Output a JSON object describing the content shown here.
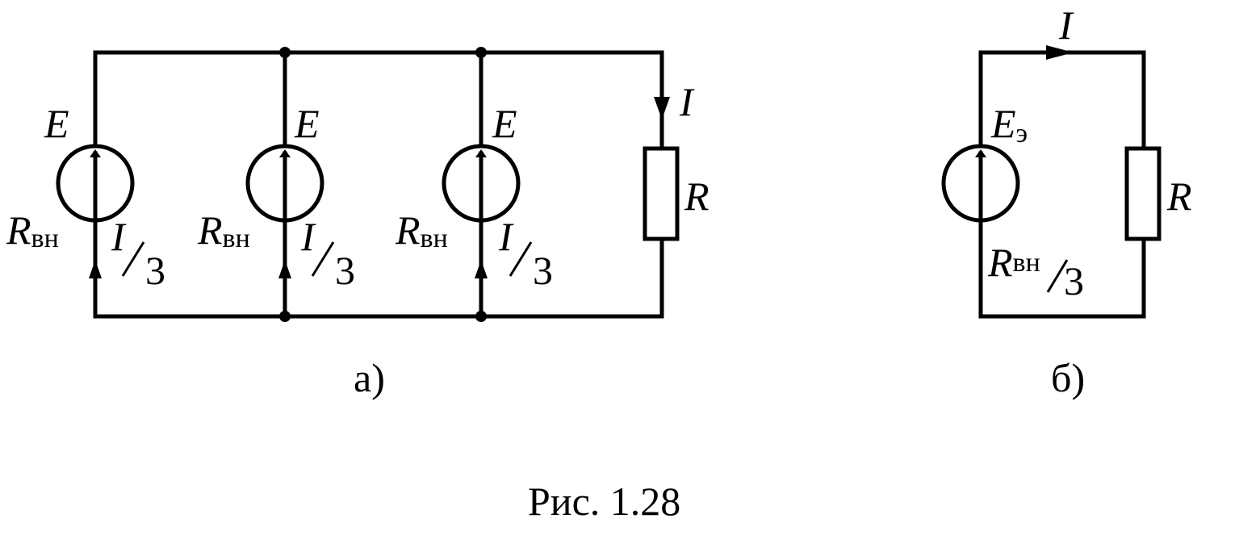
{
  "circuit_a": {
    "label": "а)",
    "branches": [
      {
        "emf": "E",
        "resistance_main": "R",
        "resistance_sub": "вн",
        "current_num": "I",
        "current_den": "3"
      },
      {
        "emf": "E",
        "resistance_main": "R",
        "resistance_sub": "вн",
        "current_num": "I",
        "current_den": "3"
      },
      {
        "emf": "E",
        "resistance_main": "R",
        "resistance_sub": "вн",
        "current_num": "I",
        "current_den": "3"
      }
    ],
    "load_current": "I",
    "load_resistance": "R"
  },
  "circuit_b": {
    "label": "б)",
    "emf_main": "E",
    "emf_sub": "э",
    "resistance_main": "R",
    "resistance_sub": "вн",
    "resistance_den": "3",
    "current": "I",
    "load_resistance": "R"
  },
  "caption": "Рис. 1.28"
}
